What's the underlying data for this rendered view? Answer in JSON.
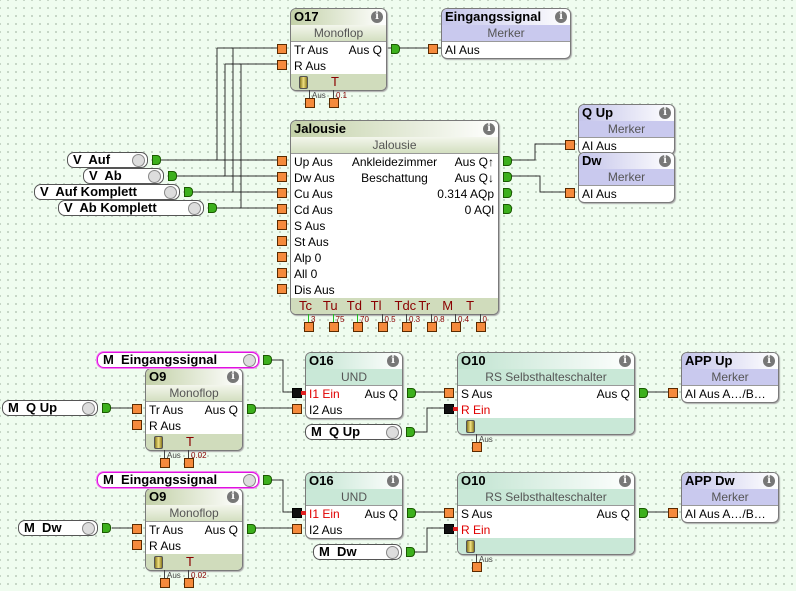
{
  "colors": {
    "canvas": "#effcef",
    "input_pin": "#f58a3c",
    "output_pin": "#3cb01c",
    "negated_input": "#e00000",
    "flag_border": "#e010e0"
  },
  "inputs": [
    {
      "key": "v_auf",
      "label": "V  Auf"
    },
    {
      "key": "v_ab",
      "label": "V  Ab"
    },
    {
      "key": "v_auf_komplett",
      "label": "V  Auf Komplett"
    },
    {
      "key": "v_ab_komplett",
      "label": "V  Ab Komplett"
    },
    {
      "key": "m_eing1",
      "label": "M  Eingangssignal",
      "highlight": true
    },
    {
      "key": "m_qup1",
      "label": "M  Q Up"
    },
    {
      "key": "m_qup2",
      "label": "M  Q Up"
    },
    {
      "key": "m_eing2",
      "label": "M  Eingangssignal",
      "highlight": true
    },
    {
      "key": "m_dw1",
      "label": "M  Dw"
    },
    {
      "key": "m_dw2",
      "label": "M  Dw"
    }
  ],
  "blocks": [
    {
      "key": "o17",
      "id": "O17",
      "type": "Monoflop",
      "rows": [
        {
          "in": "Tr Aus",
          "out": "Aus Q"
        },
        {
          "in": "R Aus"
        }
      ],
      "footer": {
        "battery": true,
        "labels": [
          "T"
        ]
      },
      "params": [
        "Aus",
        "0.1"
      ]
    },
    {
      "key": "eing",
      "id": "Eingangssignal",
      "type": "Merker",
      "rows": [
        {
          "in": "AI Aus"
        }
      ]
    },
    {
      "key": "jal",
      "id": "Jalousie",
      "type": "Jalousie",
      "rows": [
        {
          "in": "Up Aus",
          "center": "Ankleidezimmer",
          "out": "Aus Q↑"
        },
        {
          "in": "Dw Aus",
          "center": "Beschattung",
          "out": "Aus Q↓"
        },
        {
          "in": "Cu Aus",
          "out": "0.314 AQp"
        },
        {
          "in": "Cd Aus",
          "out": "0 AQl"
        },
        {
          "in": "S Aus"
        },
        {
          "in": "St Aus"
        },
        {
          "in": "Alp 0"
        },
        {
          "in": "All 0"
        },
        {
          "in": "Dis Aus"
        }
      ],
      "footer": {
        "labels": [
          "Tc",
          "Tu",
          "Td",
          "Tl",
          "Tdc",
          "Tr",
          "M",
          "T"
        ]
      },
      "params": [
        "3",
        "75",
        "70",
        "0.5",
        "0.3",
        "0.8",
        "0.4",
        "0"
      ]
    },
    {
      "key": "qup",
      "id": "Q Up",
      "type": "Merker",
      "rows": [
        {
          "in": "AI Aus"
        }
      ]
    },
    {
      "key": "dw",
      "id": "Dw",
      "type": "Merker",
      "rows": [
        {
          "in": "AI Aus"
        }
      ]
    },
    {
      "key": "o9a",
      "id": "O9",
      "type": "Monoflop",
      "rows": [
        {
          "in": "Tr Aus",
          "out": "Aus Q"
        },
        {
          "in": "R Aus"
        }
      ],
      "footer": {
        "battery": true,
        "labels": [
          "T"
        ]
      },
      "params": [
        "Aus",
        "0.02"
      ]
    },
    {
      "key": "o16a",
      "id": "O16",
      "type": "UND",
      "rows": [
        {
          "in": "I1 Ein",
          "negated": true,
          "out": "Aus Q"
        },
        {
          "in": "I2 Aus"
        }
      ]
    },
    {
      "key": "o10a",
      "id": "O10",
      "type": "RS Selbsthalteschalter",
      "rows": [
        {
          "in": "S Aus",
          "out": "Aus Q"
        },
        {
          "in": "R Ein",
          "negated": true
        }
      ],
      "footer": {
        "battery": true,
        "labels": []
      },
      "params": [
        "Aus"
      ]
    },
    {
      "key": "appup",
      "id": "APP Up",
      "type": "Merker",
      "rows": [
        {
          "in": "AI Aus A…/B…"
        }
      ]
    },
    {
      "key": "o9b",
      "id": "O9",
      "type": "Monoflop",
      "rows": [
        {
          "in": "Tr Aus",
          "out": "Aus Q"
        },
        {
          "in": "R Aus"
        }
      ],
      "footer": {
        "battery": true,
        "labels": [
          "T"
        ]
      },
      "params": [
        "Aus",
        "0.02"
      ]
    },
    {
      "key": "o16b",
      "id": "O16",
      "type": "UND",
      "rows": [
        {
          "in": "I1 Ein",
          "negated": true,
          "out": "Aus Q"
        },
        {
          "in": "I2 Aus"
        }
      ]
    },
    {
      "key": "o10b",
      "id": "O10",
      "type": "RS Selbsthalteschalter",
      "rows": [
        {
          "in": "S Aus",
          "out": "Aus Q"
        },
        {
          "in": "R Ein",
          "negated": true
        }
      ],
      "footer": {
        "battery": true,
        "labels": []
      },
      "params": [
        "Aus"
      ]
    },
    {
      "key": "appdw",
      "id": "APP Dw",
      "type": "Merker",
      "rows": [
        {
          "in": "AI Aus A…/B…"
        }
      ]
    }
  ]
}
